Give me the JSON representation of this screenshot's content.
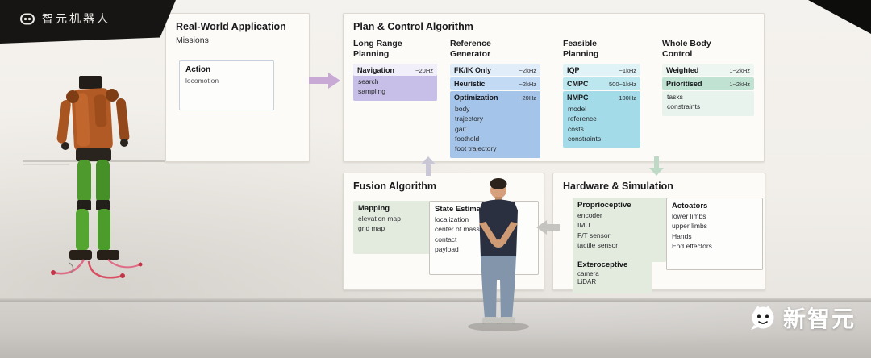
{
  "brand": {
    "logo_text": "智元机器人"
  },
  "watermark": {
    "text": "新智元"
  },
  "diagram": {
    "real_world": {
      "title": "Real-World Application",
      "subtitle": "Missions",
      "action": {
        "title": "Action",
        "items": [
          "locomotion"
        ]
      }
    },
    "plan_control": {
      "title": "Plan & Control Algorithm",
      "long_range": {
        "heading": "Long Range Planning",
        "navigation": {
          "title": "Navigation",
          "rate": "~20Hz",
          "items": [
            "search",
            "sampling"
          ]
        }
      },
      "reference_generator": {
        "heading": "Reference Generator",
        "fkik": {
          "title": "FK/IK Only",
          "rate": "~2kHz"
        },
        "heuristic": {
          "title": "Heuristic",
          "rate": "~2kHz"
        },
        "optimization": {
          "title": "Optimization",
          "rate": "~20Hz",
          "items": [
            "body",
            "trajectory",
            "gait",
            "foothold",
            "foot trajectory"
          ]
        }
      },
      "feasible_planning": {
        "heading": "Feasible Planning",
        "iqp": {
          "title": "IQP",
          "rate": "~1kHz"
        },
        "cmpc": {
          "title": "CMPC",
          "rate": "500~1kHz"
        },
        "nmpc": {
          "title": "NMPC",
          "rate": "~100Hz",
          "items": [
            "model",
            "reference",
            "costs",
            "constraints"
          ]
        }
      },
      "whole_body": {
        "heading": "Whole Body Control",
        "weighted": {
          "title": "Weighted",
          "rate": "1~2kHz"
        },
        "prioritised": {
          "title": "Prioritised",
          "rate": "1~2kHz"
        },
        "items": [
          "tasks",
          "constraints"
        ]
      }
    },
    "fusion": {
      "title": "Fusion Algorithm",
      "mapping": {
        "title": "Mapping",
        "items": [
          "elevation map",
          "grid map"
        ]
      },
      "state_estimation": {
        "title": "State Estimation",
        "items": [
          "localization",
          "center of mass",
          "contact",
          "payload"
        ]
      }
    },
    "hardware": {
      "title": "Hardware & Simulation",
      "proprioceptive": {
        "title": "Proprioceptive",
        "items": [
          "encoder",
          "IMU",
          "F/T sensor",
          "tactile sensor"
        ]
      },
      "actuators": {
        "title": "Actoators",
        "items": [
          "lower limbs",
          "upper limbs",
          "Hands",
          "End effectors"
        ]
      },
      "exteroceptive": {
        "title": "Exteroceptive",
        "items": [
          "camera",
          "LiDAR"
        ]
      }
    }
  },
  "colors": {
    "long_range_purple": "#c7bfe7",
    "reference_blue": "#a4c5e9",
    "feasible_cyan": "#a3dce8",
    "whole_body_teal": "#c0e2d2",
    "arrow_pink": "#c8a9d6",
    "arrow_gray": "#c9c6d6",
    "arrow_green": "#bed9c5",
    "panel_bg": "#fcfbf8"
  }
}
